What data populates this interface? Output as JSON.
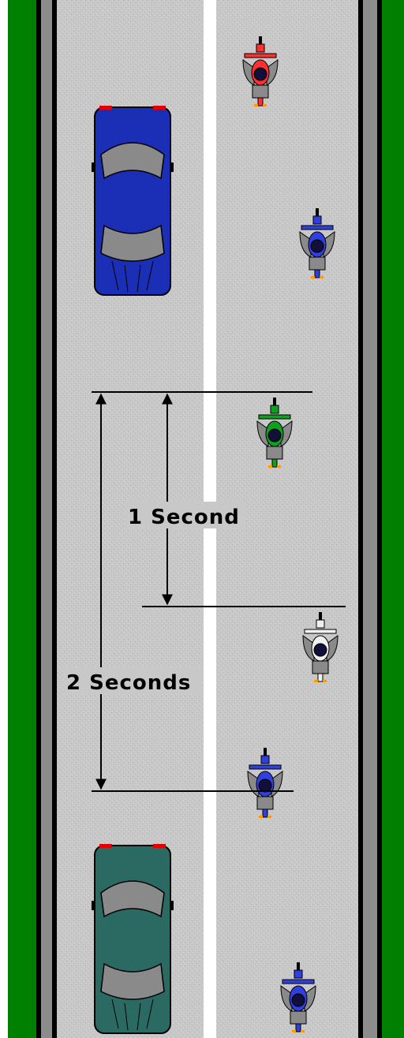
{
  "labels": {
    "one_second": "1 Second",
    "two_seconds": "2 Seconds"
  },
  "colors": {
    "grass": "#008000",
    "road": "#c8c8c8",
    "shoulder": "#8c8c8c",
    "edge_line": "#000000",
    "center_line": "#ffffff",
    "car_top": "#1a2fb5",
    "car_bottom": "#2a6a62",
    "windshield": "#8a8a8a",
    "brake_light": "#e00000",
    "measure_line": "#000000"
  },
  "vehicles": [
    {
      "kind": "car",
      "name": "blue-car"
    },
    {
      "kind": "car",
      "name": "teal-car"
    },
    {
      "kind": "motorcycle",
      "name": "red-motorcycle",
      "color": "#ff3030"
    },
    {
      "kind": "motorcycle",
      "name": "blue-motorcycle-1",
      "color": "#3040e0"
    },
    {
      "kind": "motorcycle",
      "name": "green-motorcycle",
      "color": "#10a020"
    },
    {
      "kind": "motorcycle",
      "name": "white-motorcycle",
      "color": "#f0f0f0"
    },
    {
      "kind": "motorcycle",
      "name": "blue-motorcycle-2",
      "color": "#3040e0"
    },
    {
      "kind": "motorcycle",
      "name": "blue-motorcycle-3",
      "color": "#3040e0"
    }
  ]
}
